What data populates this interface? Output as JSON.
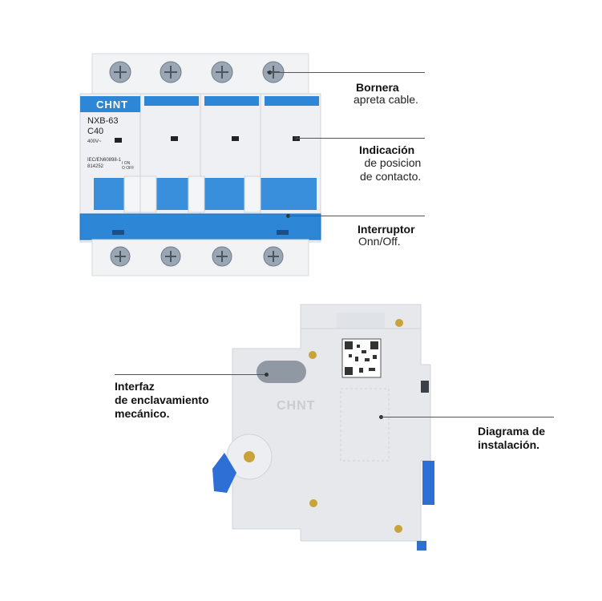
{
  "brand": "CHNT",
  "front": {
    "model": "NXB-63",
    "rating": "C40",
    "voltage": "400V~",
    "standard": "IEC/EN60898-1",
    "code": "814252",
    "on_off": "I ON\nO OFF"
  },
  "annotations": [
    {
      "title": "Bornera",
      "subtitle": "apreta cable."
    },
    {
      "title": "Indicación",
      "subtitle": "de posicion\nde contacto."
    },
    {
      "title": "Interruptor",
      "subtitle": "Onn/Off."
    },
    {
      "title": "Interfaz\nde enclavamiento\nmecánico.",
      "subtitle": ""
    },
    {
      "title": "Diagrama de\ninstalación.",
      "subtitle": ""
    }
  ],
  "colors": {
    "blue": "#2e86d6",
    "dark_blue": "#1f6fbf",
    "body": "#eef0f3",
    "side_body": "#e6e8eb"
  }
}
